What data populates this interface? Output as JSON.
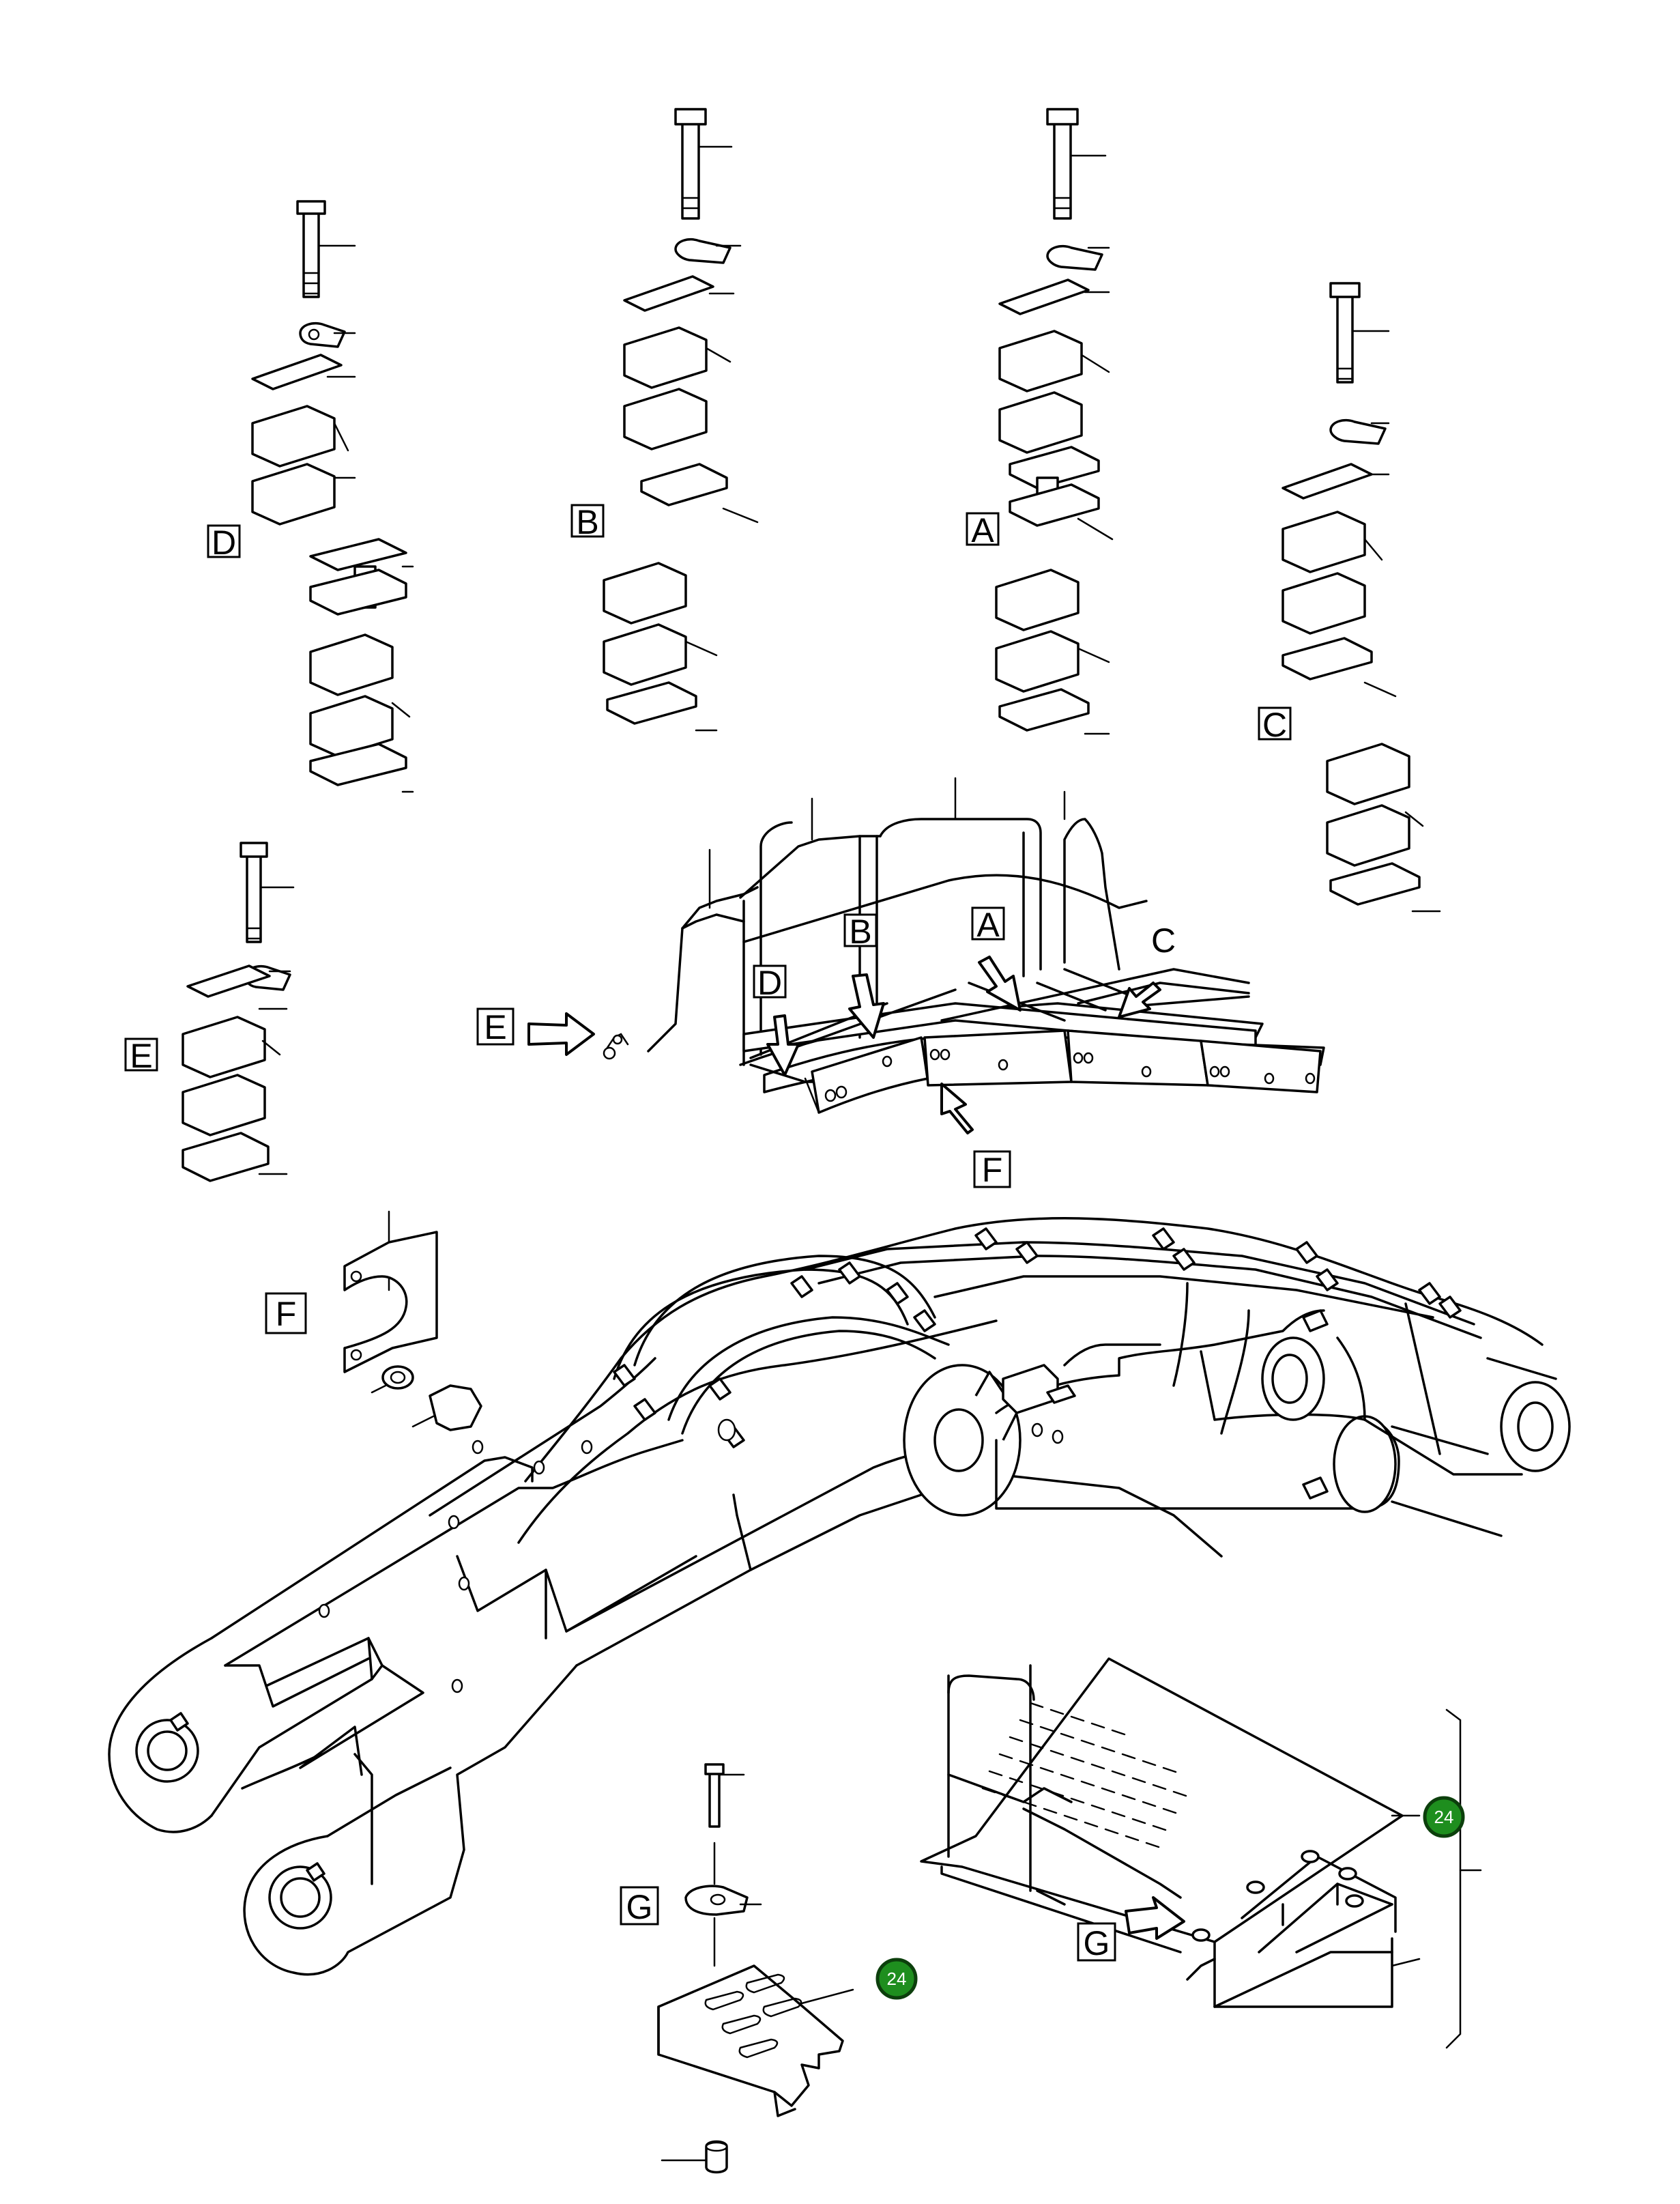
{
  "callouts": {
    "a_upper": "A",
    "a_lower": "A",
    "b_upper": "B",
    "b_lower": "B",
    "c_upper": "C",
    "c_lower": "C",
    "d_upper": "D",
    "d_lower": "D",
    "e_upper": "E",
    "e_lower": "E",
    "f_upper": "F",
    "f_lower": "F",
    "g_left": "G",
    "g_right": "G"
  },
  "badges": {
    "ref_right": "24",
    "ref_left": "24"
  },
  "colors": {
    "line": "#000000",
    "badge_fill": "#1e8e1e",
    "badge_text": "#ffffff"
  }
}
